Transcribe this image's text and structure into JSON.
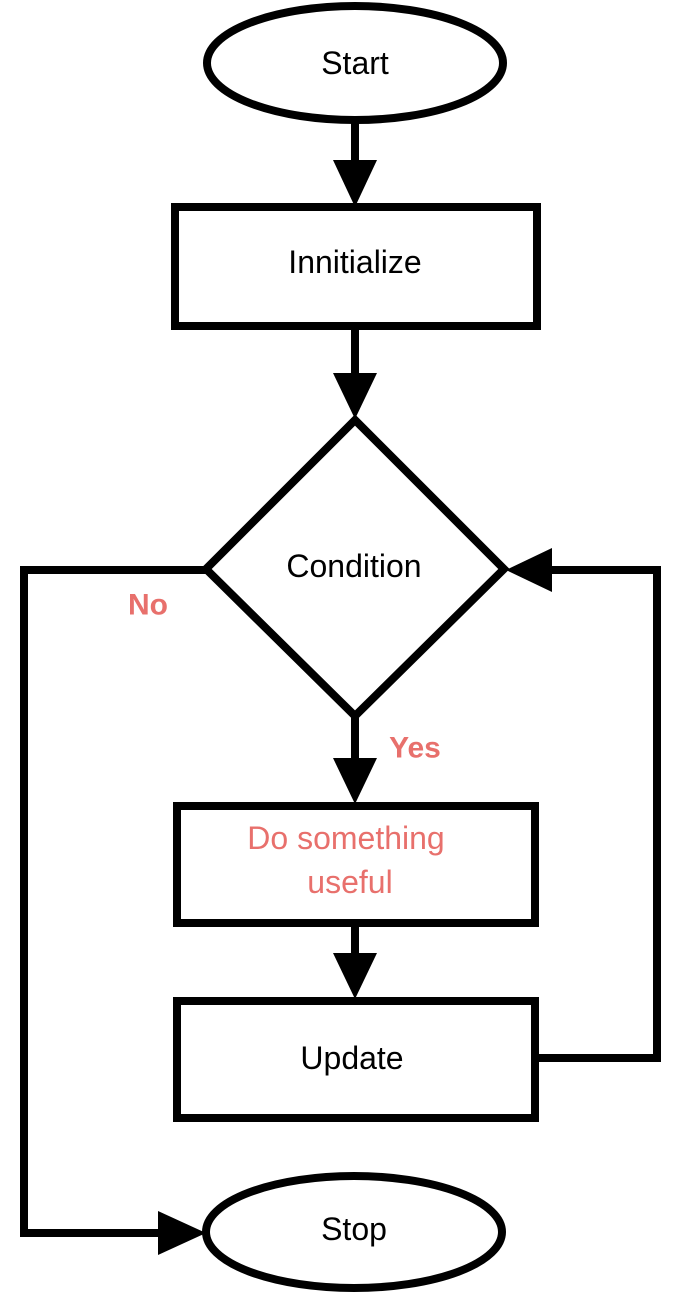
{
  "nodes": {
    "start": "Start",
    "initialize": "Innitialize",
    "condition": "Condition",
    "do_something_line1": "Do something",
    "do_something_line2": "useful",
    "update": "Update",
    "stop": "Stop"
  },
  "edges": {
    "no_label": "No",
    "yes_label": "Yes"
  },
  "colors": {
    "stroke": "#000000",
    "accent": "#e8706c",
    "background": "#ffffff"
  }
}
